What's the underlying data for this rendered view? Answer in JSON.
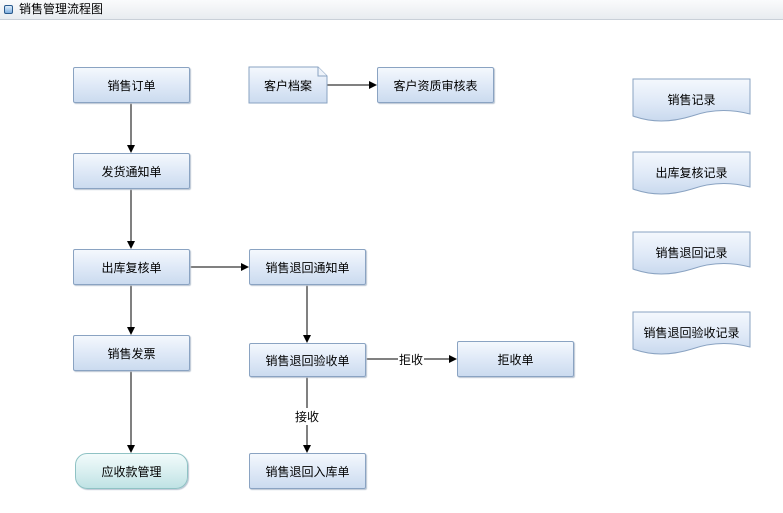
{
  "title": "销售管理流程图",
  "nodes": {
    "sales_order": "销售订单",
    "delivery_notice": "发货通知单",
    "outbound_review_form": "出库复核单",
    "sales_invoice": "销售发票",
    "receivables_mgmt": "应收款管理",
    "customer_file": "客户档案",
    "customer_qualification": "客户资质审核表",
    "return_notice": "销售退回通知单",
    "return_inspection": "销售退回验收单",
    "reject_form": "拒收单",
    "return_inbound": "销售退回入库单"
  },
  "edge_labels": {
    "reject": "拒收",
    "accept": "接收"
  },
  "records": {
    "sales_record": "销售记录",
    "outbound_record": "出库复核记录",
    "return_record": "销售退回记录",
    "return_inspection_record": "销售退回验收记录"
  }
}
